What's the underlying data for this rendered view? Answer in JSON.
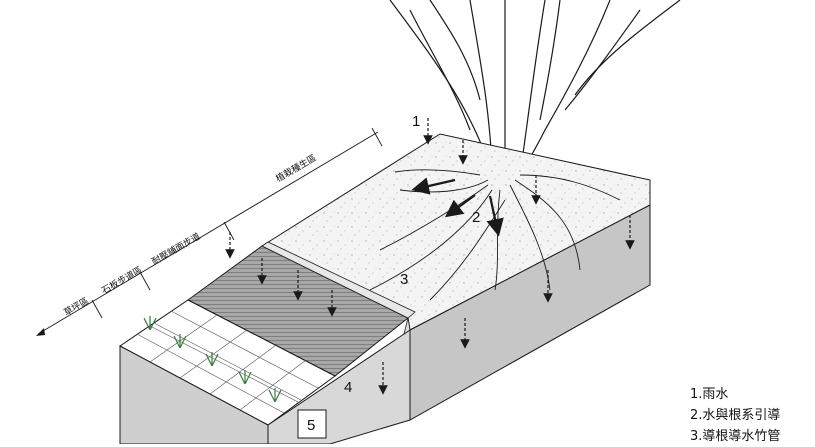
{
  "zones": {
    "lawn": "草坪區",
    "stone_path": "石板步道區",
    "permeable_path": "耐壓鋪面步道",
    "planting": "植栽種生區"
  },
  "markers": [
    "1",
    "2",
    "3",
    "4",
    "5"
  ],
  "legend": {
    "item1": "1.雨水",
    "item2": "2.水與根系引導",
    "item3": "3.導根導水竹管"
  },
  "colors": {
    "line": "#1a1a1a",
    "soil_top": "#f3f3f3",
    "soil_side": "#c9c9c9",
    "grating": "#8a8a8a",
    "grass": "#4f8f52"
  }
}
